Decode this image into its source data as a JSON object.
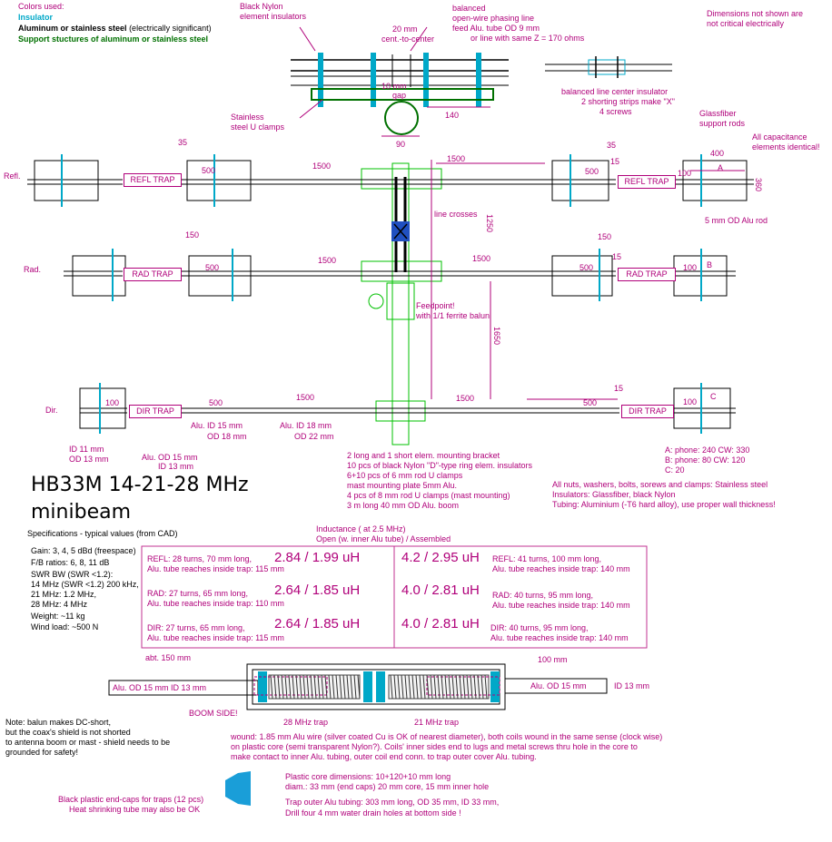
{
  "legend": {
    "heading": "Colors used:",
    "insulator": "Insulator",
    "aluminum": "Aluminum or stainless steel",
    "aluminum_note": "(electrically significant)",
    "support": "Support stuctures of aluminum or stainless steel",
    "colors": {
      "insulator": "#00a8c8",
      "aluminum": "#000000",
      "support": "#007000",
      "annotation": "#b0007a"
    }
  },
  "top_detail": {
    "nylon_label": [
      "Black Nylon",
      "element insulators"
    ],
    "spacing_label": [
      "20 mm",
      "cent.-to-center"
    ],
    "feed_label": [
      "balanced",
      "open-wire phasing line",
      "feed Alu. tube OD 9 mm",
      "or line with same Z = 170 ohms"
    ],
    "gap_10": "10 mm",
    "gap": "gap",
    "dim_140": "140",
    "dim_90": "90",
    "clamps_label": [
      "Stainless",
      "steel U clamps"
    ],
    "center_insulator_label": [
      "balanced line center insulator",
      "2 shorting strips make   \"X\"",
      "4 screws"
    ],
    "dims_note": [
      "Dimensions not shown are",
      "not critical  electrically"
    ],
    "glassfiber_label": [
      "Glassfiber",
      "support rods"
    ],
    "capacitance_note": [
      "All capacitance",
      "elements identical!"
    ]
  },
  "elements": {
    "refl": {
      "label": "Refl.",
      "trap": "REFL TRAP",
      "cap": "A"
    },
    "rad": {
      "label": "Rad.",
      "trap": "RAD TRAP",
      "cap": "B"
    },
    "dir": {
      "label": "Dir.",
      "trap": "DIR TRAP",
      "cap": "C"
    }
  },
  "dims": {
    "d35": "35",
    "d150": "150",
    "d500": "500",
    "d1500": "1500",
    "d15": "15",
    "d100": "100",
    "d400": "400",
    "d360": "360",
    "d1250": "1250",
    "d1650": "1650"
  },
  "labels": {
    "alu_rod": "5 mm OD Alu rod",
    "line_crosses": "line crosses",
    "feedpoint": [
      "Feedpoint!",
      "with 1/1 ferrite balun"
    ],
    "id11": [
      "ID 11 mm",
      "OD 13 mm"
    ],
    "od15": [
      "Alu. OD 15 mm",
      "ID 13 mm"
    ],
    "id15": [
      "Alu. ID 15 mm",
      "OD 18 mm"
    ],
    "id18": [
      "Alu. ID 18 mm",
      "OD 22 mm"
    ]
  },
  "bracket_notes": [
    "2 long and 1 short elem. mounting bracket",
    "10 pcs of black Nylon \"D\"-type ring elem. insulators",
    "6+10 pcs of 6 mm rod U clamps",
    "mast mounting plate 5mm Alu.",
    "4 pcs of 8 mm rod U clamps (mast mounting)",
    "3 m long 40 mm OD Alu. boom"
  ],
  "cap_values": [
    "A: phone: 240 CW: 330",
    "B: phone: 80 CW: 120",
    "C: 20"
  ],
  "materials": [
    "All nuts, washers, bolts, sorews and clamps: Stainless steel",
    "Insulators: Glassfiber, black Nylon",
    "Tubing: Aluminium (-T6 hard alloy), use proper wall thickness!"
  ],
  "title": [
    "HB33M 14-21-28 MHz",
    "minibeam"
  ],
  "specs": {
    "heading": "Specifications  - typical values (from CAD)",
    "lines": [
      "Gain:  3, 4, 5 dBd (freespace)",
      "F/B ratios:  6, 8, 11 dB",
      "SWR BW (SWR <1.2):",
      " 14 MHz (SWR <1.2) 200 kHz,",
      " 21 MHz: 1.2 MHz,",
      " 28 MHz: 4 MHz",
      "  Weight: ~11 kg",
      " Wind load: ~500 N"
    ]
  },
  "inductance": {
    "heading": [
      "Inductance ( at  2.5 MHz)",
      "Open (w. inner Alu tube)  /  Assembled"
    ],
    "left": [
      {
        "text": [
          "REFL:  28 turns, 70 mm long,",
          "Alu. tube reaches inside trap:  115 mm"
        ],
        "value": "2.84 / 1.99 uH"
      },
      {
        "text": [
          "RAD:  27 turns, 65 mm long,",
          "Alu. tube reaches inside trap: 110 mm"
        ],
        "value": "2.64 / 1.85 uH"
      },
      {
        "text": [
          "DIR:  27 turns, 65 mm long,",
          "Alu. tube reaches inside trap: 115 mm"
        ],
        "value": "2.64 / 1.85 uH"
      }
    ],
    "right": [
      {
        "text": [
          "REFL:  41 turns, 100 mm long,",
          "Alu. tube reaches inside trap: 140 mm"
        ],
        "value": "4.2 / 2.95 uH"
      },
      {
        "text": [
          "RAD:  40 turns, 95 mm long,",
          "Alu. tube reaches inside trap: 140 mm"
        ],
        "value": "4.0 / 2.81 uH"
      },
      {
        "text": [
          "DIR:  40 turns, 95 mm long,",
          "Alu. tube reaches inside trap: 140 mm"
        ],
        "value": "4.0 / 2.81 uH"
      }
    ]
  },
  "trap_detail": {
    "abt150": "abt. 150 mm",
    "mm100": "100 mm",
    "od15_left": "Alu. OD 15 mm    ID 13 mm",
    "od15_right": "Alu. OD 15 mm",
    "id13_right": "ID 13 mm",
    "boom_side": "BOOM SIDE!",
    "trap28": "28 MHz trap",
    "trap21": "21 MHz trap"
  },
  "balun_note": [
    "Note: balun makes DC-short,",
    "but the coax's shield is not shorted",
    " to antenna boom or mast - shield needs to be",
    "grounded for safety!"
  ],
  "wound_note": [
    "wound: 1.85 mm Alu wire (silver coated Cu is OK of nearest diameter), both coils wound in the same sense (clock wise)",
    "on plastic core (semi transparent Nylon?). Coils' inner sides end to lugs and metal screws thru  hole  in the core to",
    "make contact to inner Alu. tubing, outer coil end conn. to trap outer cover Alu. tubing."
  ],
  "core_note": [
    "Plastic core dimensions: 10+120+10 mm long",
    "diam.: 33 mm (end caps) 20 mm core, 15 mm inner hole"
  ],
  "outer_note": [
    "Trap outer Alu tubing: 303 mm long, OD 35 mm, ID 33 mm,",
    "Drill four  4 mm water drain holes at bottom side  !"
  ],
  "endcap_note": [
    "Black plastic end-caps for traps  (12 pcs)",
    "Heat shrinking tube may also be OK"
  ]
}
